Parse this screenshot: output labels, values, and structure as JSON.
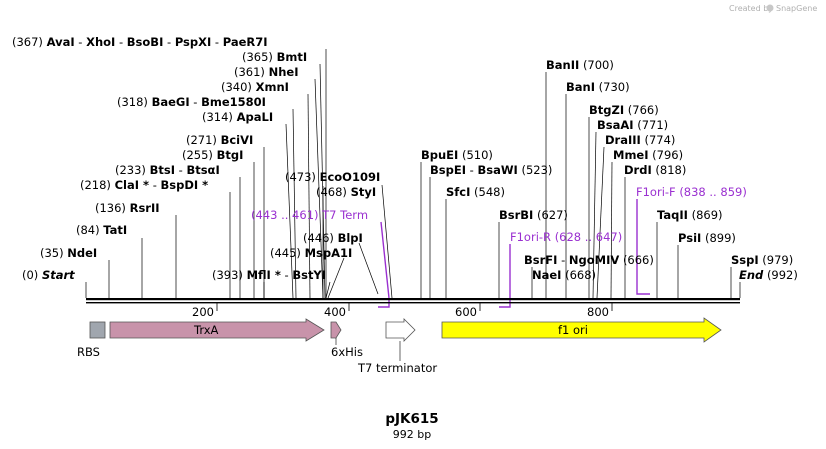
{
  "watermark": {
    "text": "Created by",
    "brand": "SnapGene"
  },
  "plasmid": {
    "name": "pJK615",
    "length": "992 bp"
  },
  "ruler": {
    "ticks": [
      "200",
      "400",
      "600",
      "800"
    ]
  },
  "sites": [
    {
      "pos": "(367)",
      "names": [
        "AvaI",
        "XhoI",
        "BsoBI",
        "PspXI",
        "PaeR7I"
      ],
      "pos_after": false
    },
    {
      "pos": "(365)",
      "names": [
        "BmtI"
      ]
    },
    {
      "pos": "(361)",
      "names": [
        "NheI"
      ]
    },
    {
      "pos": "(340)",
      "names": [
        "XmnI"
      ]
    },
    {
      "pos": "(318)",
      "names": [
        "BaeGI",
        "Bme1580I"
      ]
    },
    {
      "pos": "(314)",
      "names": [
        "ApaLI"
      ]
    },
    {
      "pos": "(271)",
      "names": [
        "BciVI"
      ]
    },
    {
      "pos": "(255)",
      "names": [
        "BtgI"
      ]
    },
    {
      "pos": "(233)",
      "names": [
        "BtsI",
        "BtsαI"
      ]
    },
    {
      "pos": "(218)",
      "names": [
        "ClaI *",
        "BspDI *"
      ]
    },
    {
      "pos": "(136)",
      "names": [
        "RsrII"
      ]
    },
    {
      "pos": "(84)",
      "names": [
        "TatI"
      ]
    },
    {
      "pos": "(35)",
      "names": [
        "NdeI"
      ]
    },
    {
      "pos": "(0)",
      "names": [
        "Start"
      ]
    },
    {
      "pos": "(393)",
      "names": [
        "MflI *",
        "BstYI"
      ]
    },
    {
      "pos": "(445)",
      "names": [
        "MspA1I"
      ]
    },
    {
      "pos": "(446)",
      "names": [
        "BlpI"
      ]
    },
    {
      "pos": "(468)",
      "names": [
        "StyI"
      ]
    },
    {
      "pos": "(473)",
      "names": [
        "EcoO109I"
      ]
    },
    {
      "pos": "(510)",
      "names": [
        "BpuEI"
      ]
    },
    {
      "pos": "(523)",
      "names": [
        "BspEI",
        "BsaWI"
      ]
    },
    {
      "pos": "(548)",
      "names": [
        "SfcI"
      ]
    },
    {
      "pos": "(627)",
      "names": [
        "BsrBI"
      ]
    },
    {
      "pos": "(668)",
      "names": [
        "NaeI"
      ]
    },
    {
      "pos": "(666)",
      "names": [
        "BsrFI",
        "NgoMIV"
      ]
    },
    {
      "pos": "(700)",
      "names": [
        "BanII"
      ]
    },
    {
      "pos": "(730)",
      "names": [
        "BanI"
      ]
    },
    {
      "pos": "(766)",
      "names": [
        "BtgZI"
      ]
    },
    {
      "pos": "(771)",
      "names": [
        "BsaAI"
      ]
    },
    {
      "pos": "(774)",
      "names": [
        "DraIII"
      ]
    },
    {
      "pos": "(796)",
      "names": [
        "MmeI"
      ]
    },
    {
      "pos": "(818)",
      "names": [
        "DrdI"
      ]
    },
    {
      "pos": "(869)",
      "names": [
        "TaqII"
      ]
    },
    {
      "pos": "(899)",
      "names": [
        "PsiI"
      ]
    },
    {
      "pos": "(979)",
      "names": [
        "SspI"
      ]
    },
    {
      "pos": "(992)",
      "names": [
        "End"
      ]
    }
  ],
  "primers": [
    {
      "name": "T7 Term",
      "range": "(443 .. 461)"
    },
    {
      "name": "F1ori-R",
      "range": "(628 .. 647)"
    },
    {
      "name": "F1ori-F",
      "range": "(838 .. 859)"
    }
  ],
  "features": [
    {
      "name": "RBS",
      "color": "#a0a6ae"
    },
    {
      "name": "TrxA",
      "color": "#c893aa"
    },
    {
      "name": "6xHis",
      "color": "#c893aa"
    },
    {
      "name": "T7 terminator",
      "color": "#ffffff"
    },
    {
      "name": "f1 ori",
      "color": "#ffff00"
    }
  ],
  "colors": {
    "primer": "#9a30d0",
    "backbone": "#000000"
  }
}
